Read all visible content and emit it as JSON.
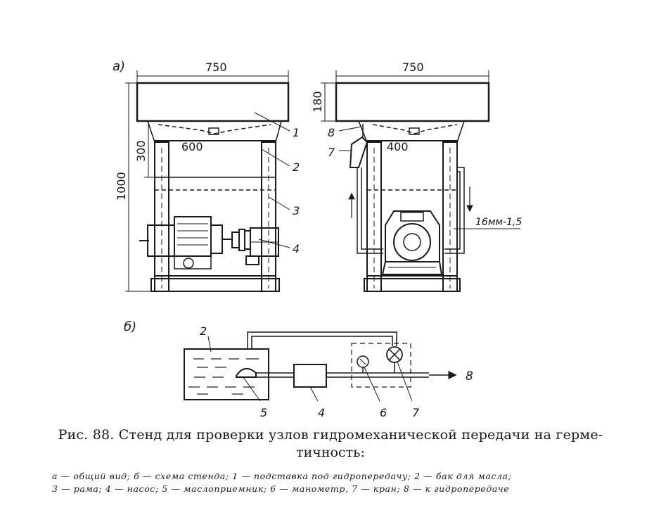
{
  "figure": {
    "panel_a_label": "a)",
    "panel_b_label": "б)",
    "left_view": {
      "width_dim": "750",
      "height_dim": "1000",
      "upper_dim": "300",
      "inner_dim": "600",
      "callouts": [
        "1",
        "2",
        "3",
        "4"
      ]
    },
    "right_view": {
      "width_dim": "750",
      "tank_height_dim": "180",
      "inner_dim": "400",
      "pipe_label": "16мм-1,5",
      "callouts": [
        "8",
        "7"
      ]
    },
    "scheme": {
      "labels": [
        "2",
        "5",
        "4",
        "6",
        "7",
        "8"
      ]
    }
  },
  "caption": {
    "title_line1": "Рис. 88. Стенд для проверки узлов гидромеханической передачи на герме-",
    "title_line2": "тичность:",
    "legend_line1": "a — общий вид; б — схема стенда; 1 — подставка под гидропередачу; 2 — бак для масла;",
    "legend_line2": "3 — рама; 4 — насос; 5 — маслоприемник; 6 — манометр, 7 — кран; 8 — к гидропередаче"
  }
}
